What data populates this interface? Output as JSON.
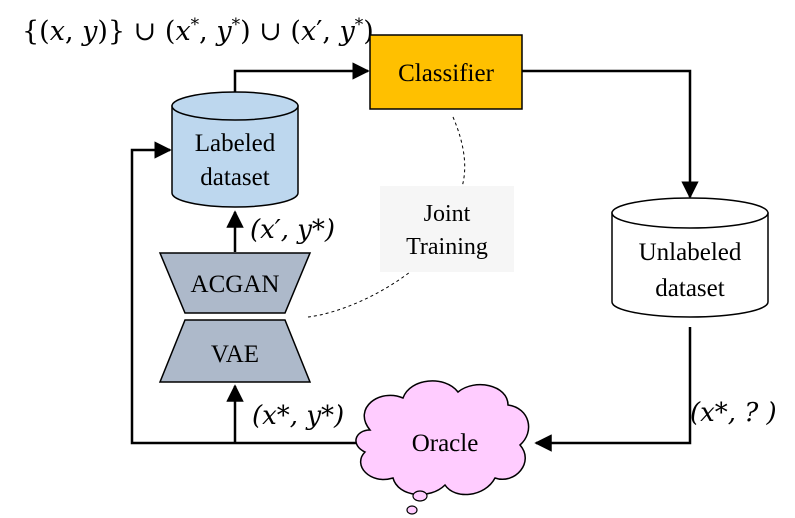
{
  "top_formula": {
    "prefix": "{(",
    "x": "x",
    "sep1": ", ",
    "y": "y",
    "mid": ")} ∪ (",
    "xs": "x",
    "star1": "*",
    "sep2": ", ",
    "ys": "y",
    "star2": "*",
    "mid2": ") ∪ (",
    "xp": "x",
    "prime": "′",
    "sep3": ", ",
    "ys2": "y",
    "star3": "*",
    "end": ")"
  },
  "nodes": {
    "classifier": "Classifier",
    "labeled_dataset": [
      "Labeled",
      "dataset"
    ],
    "unlabeled_dataset": [
      "Unlabeled",
      "dataset"
    ],
    "acgan": "ACGAN",
    "vae": "VAE",
    "oracle": "Oracle",
    "joint_training": [
      "Joint",
      "Training"
    ]
  },
  "edge_labels": {
    "acgan_out": "(x′, y*)",
    "oracle_out": "(x*, y*)",
    "unlabeled_out": "(x*, ? )"
  },
  "colors": {
    "classifier_fill": "#FFC000",
    "labeled_fill": "#BDD7EE",
    "unlabeled_fill": "#FFFFFF",
    "generator_fill": "#ADB9CA",
    "oracle_fill": "#FFCCFF"
  }
}
